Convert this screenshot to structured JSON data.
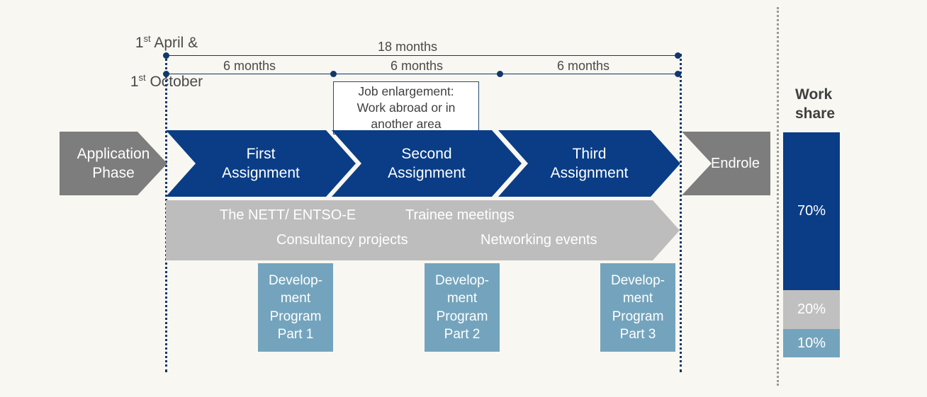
{
  "diagram": {
    "title": "Trainee program timeline",
    "background_color": "#f8f7f2",
    "start_label": "1st April &\n1st October",
    "start_label_line1_main": "1",
    "start_label_line1_sup": "st",
    "start_label_line1_rest": " April &",
    "start_label_line2_main": "1",
    "start_label_line2_sup": "st",
    "start_label_line2_rest": " October"
  },
  "timeline": {
    "total_label": "18 months",
    "segments": [
      {
        "label": "6 months"
      },
      {
        "label": "6 months"
      },
      {
        "label": "6 months"
      }
    ]
  },
  "callout": {
    "text": "Job enlargement:\nWork abroad or in\nanother area"
  },
  "phases": [
    {
      "name": "application-phase",
      "label": "Application\nPhase",
      "color": "#7d7d7d"
    },
    {
      "name": "first-assignment",
      "label": "First\nAssignment",
      "color": "#0a3d86"
    },
    {
      "name": "second-assignment",
      "label": "Second\nAssignment",
      "color": "#0a3d86"
    },
    {
      "name": "third-assignment",
      "label": "Third\nAssignment",
      "color": "#0a3d86"
    },
    {
      "name": "endrole",
      "label": "Endrole",
      "color": "#7d7d7d"
    }
  ],
  "activity_band": {
    "color": "#bdbdbd",
    "items": [
      {
        "label": "The NETT/ ENTSO-E"
      },
      {
        "label": "Trainee meetings"
      },
      {
        "label": "Consultancy projects"
      },
      {
        "label": "Networking events"
      }
    ]
  },
  "development_program": [
    {
      "label": "Develop-\nment\nProgram\nPart 1"
    },
    {
      "label": "Develop-\nment\nProgram\nPart 2"
    },
    {
      "label": "Develop-\nment\nProgram\nPart 3"
    }
  ],
  "work_share": {
    "title": "Work\nshare",
    "segments": [
      {
        "label": "70%",
        "value": 70,
        "color": "#0a3d86"
      },
      {
        "label": "20%",
        "value": 20,
        "color": "#c0c0c0"
      },
      {
        "label": "10%",
        "value": 10,
        "color": "#74a4bd"
      }
    ]
  }
}
